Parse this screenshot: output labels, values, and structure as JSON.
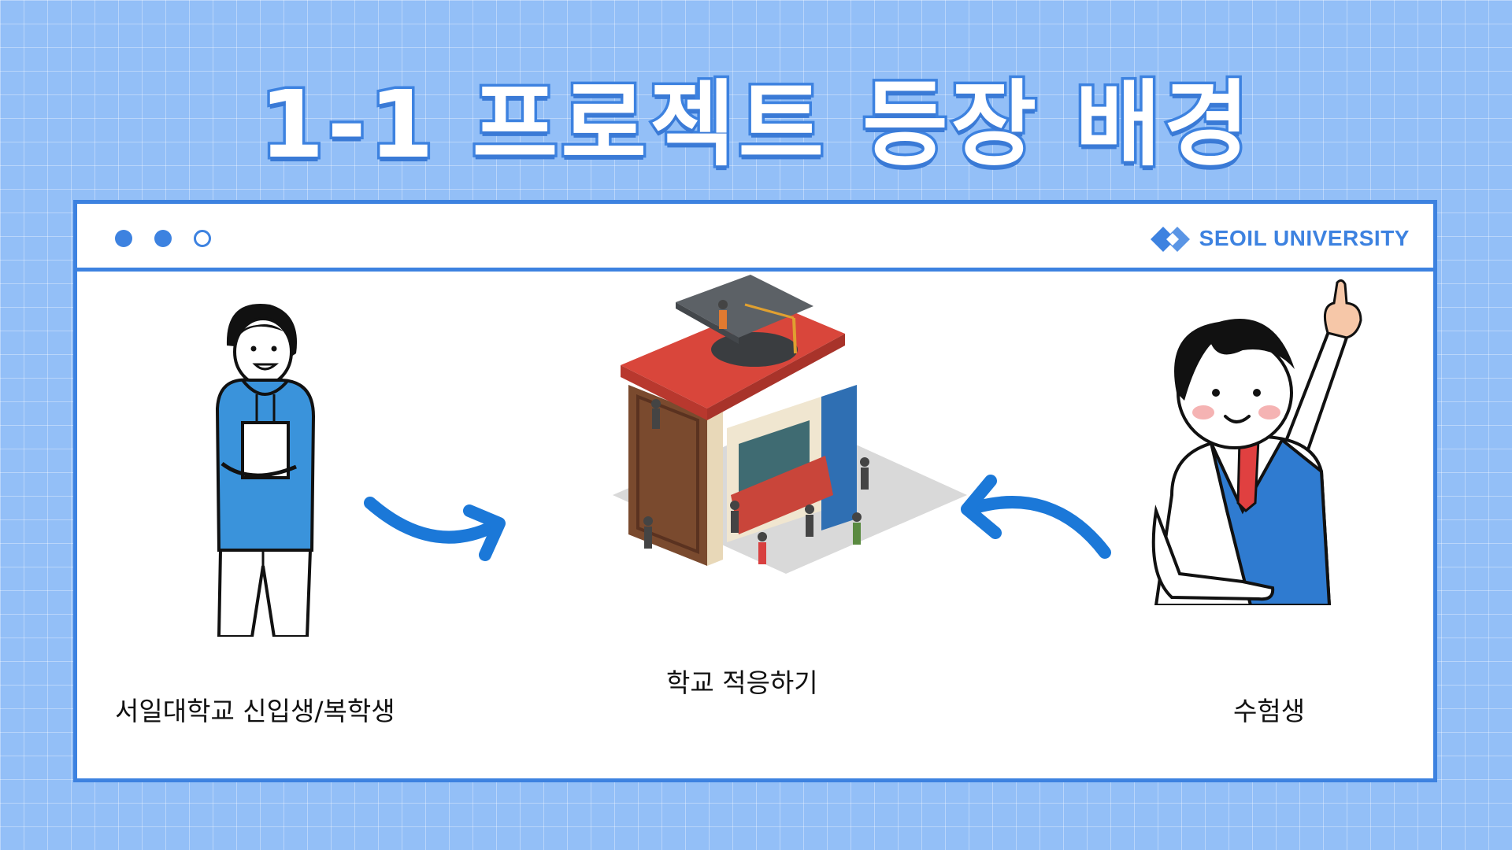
{
  "title": "1-1 프로젝트 등장 배경",
  "window": {
    "brand": "SEOIL UNIVERSITY",
    "brand_icon": "seoil-logo-icon",
    "dots": [
      "filled",
      "filled",
      "outline"
    ]
  },
  "labels": {
    "left": "서일대학교 신입생/복학생",
    "center": "학교 적응하기",
    "right": "수험생"
  },
  "colors": {
    "accent": "#3d82e0",
    "background": "#93bff7",
    "arrow": "#1b78d8",
    "hoodie": "#3a93db",
    "book_red": "#d9463b",
    "book_brown": "#7a4a2e",
    "cap": "#5c6166"
  }
}
